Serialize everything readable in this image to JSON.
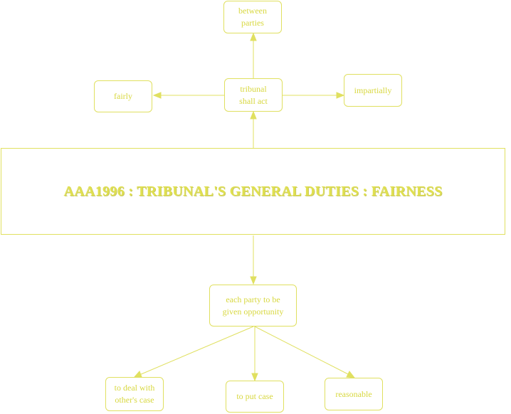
{
  "title": "AAA1996 : TRIBUNAL'S GENERAL DUTIES : FAIRNESS",
  "nodes": {
    "between_parties": [
      "between",
      "parties"
    ],
    "tribunal_shall_act": [
      "tribunal",
      "shall act"
    ],
    "fairly": [
      "fairly"
    ],
    "impartially": [
      "impartially"
    ],
    "each_party": [
      "each party to be",
      "given opportunity"
    ],
    "deal_with_case": [
      "to deal with",
      "other's case"
    ],
    "put_case": [
      "to put case"
    ],
    "reasonable": [
      "reasonable"
    ]
  },
  "colors": {
    "line": "#e0e060",
    "text": "#d8d840"
  }
}
